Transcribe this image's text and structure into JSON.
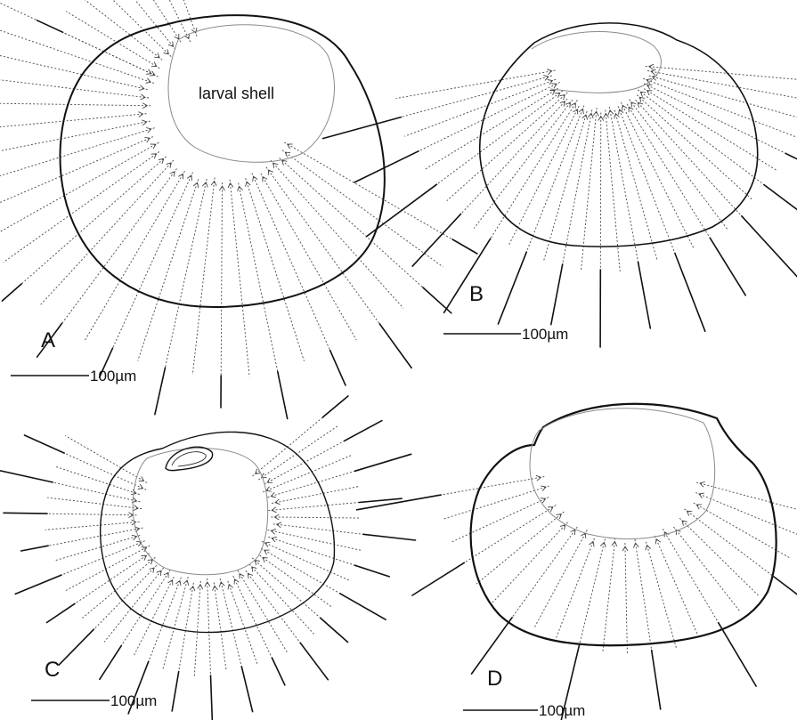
{
  "panels": [
    {
      "letter": "A",
      "scale_label": "100µm",
      "larval_label": "larval shell"
    },
    {
      "letter": "B",
      "scale_label": "100µm"
    },
    {
      "letter": "C",
      "scale_label": "100µm"
    },
    {
      "letter": "D",
      "scale_label": "100µm"
    }
  ],
  "colors": {
    "ink": "#111111",
    "larval_outline": "#8a8a8a",
    "background": "#ffffff"
  }
}
